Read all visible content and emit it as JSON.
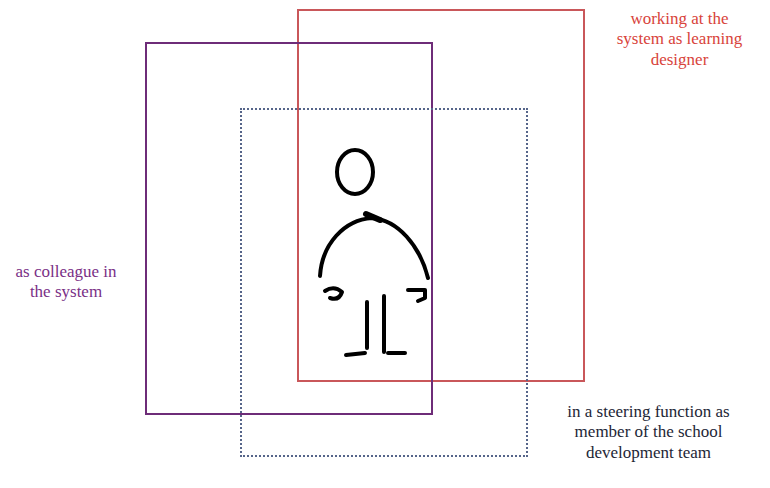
{
  "diagram": {
    "nodes": [
      {
        "text": [
          "working at the system as learning designer"
        ]
      },
      {
        "text": [
          "as colleague in the system"
        ]
      },
      {
        "text": [
          "in a steering function as member of the school development team"
        ]
      }
    ]
  }
}
